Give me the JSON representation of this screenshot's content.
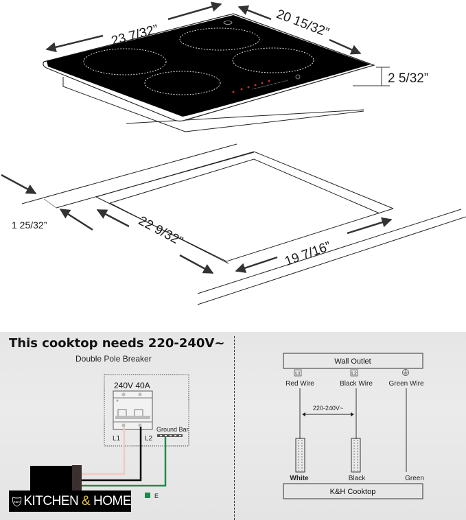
{
  "dimensions": {
    "cooktop_width": "23 7/32”",
    "cooktop_depth": "20 15/32”",
    "cooktop_height": "2 5/32”",
    "countertop_edge_offset": "1 25/32”",
    "cutout_width": "22 9/32”",
    "cutout_depth": "19 7/16”"
  },
  "breaker_panel": {
    "heading": "This cooktop needs 220-240V~",
    "subheading": "Double Pole Breaker",
    "rating": "240V 40A",
    "terminal_l1": "L1",
    "terminal_l2": "L2",
    "ground_bar_label": "Ground Bar",
    "earth_legend": "E"
  },
  "logo": {
    "monogram": "K&H",
    "text_before": "KITCHEN",
    "amp": "&",
    "text_after": "HOME"
  },
  "wiring_diagram": {
    "source_label": "Wall Outlet",
    "target_label": "K&H Cooktop",
    "voltage_label": "220-240V~",
    "wires": [
      {
        "terminal": "L1",
        "label": "Red Wire",
        "cooktop_label": "White"
      },
      {
        "terminal": "L2",
        "label": "Black Wire",
        "cooktop_label": "Black"
      },
      {
        "terminal": "ground",
        "label": "Green Wire",
        "cooktop_label": "Green"
      }
    ]
  },
  "colors": {
    "glass": "#000000",
    "ground_wire": "#1f8a4c",
    "l1_wire": "#f3c9c4",
    "l2_wire": "#000000",
    "logo_amp": "#e7c24a",
    "panel_bg": "#e8e8e8"
  }
}
